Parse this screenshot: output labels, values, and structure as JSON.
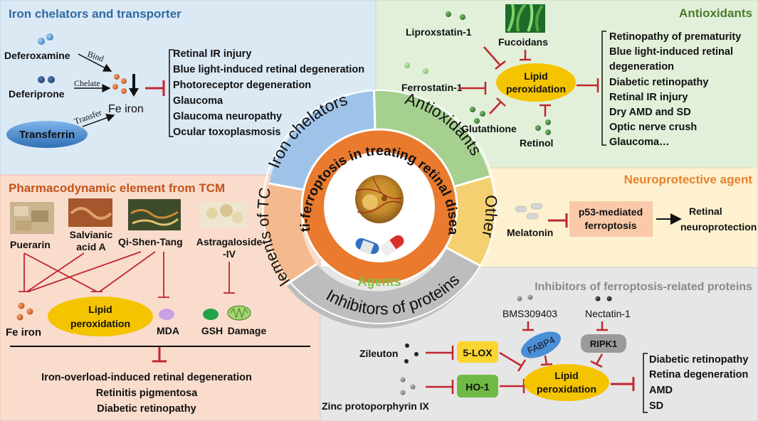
{
  "center": {
    "title": "Anti-ferroptosis in treating retinal disease",
    "agents_label": "Agents"
  },
  "ring": {
    "iron_chelators": "Iron chelators",
    "antioxidants": "Antioxidants",
    "other": "Other",
    "inhibitors_of_proteins": "Inhibitors of proteins",
    "elements_of_tcm": "Elements of TCM"
  },
  "panel_iron": {
    "title": "Iron chelators and transporter",
    "deferoxamine": "Deferoxamine",
    "deferiprone": "Deferiprone",
    "transferrin": "Transferrin",
    "bind": "Bind",
    "chelate": "Chelate",
    "transfer": "Transfer",
    "fe_iron": "Fe iron",
    "diseases": [
      "Retinal IR injury",
      "Blue light-induced retinal degeneration",
      "Photoreceptor degeneration",
      "Glaucoma",
      "Glaucoma neuropathy",
      "Ocular toxoplasmosis"
    ]
  },
  "panel_antiox": {
    "title": "Antioxidants",
    "liproxstatin": "Liproxstatin-1",
    "fucoidans": "Fucoidans",
    "ferrostatin": "Ferrostatin-1",
    "glutathione": "Glutathione",
    "retinol": "Retinol",
    "lipid_line1": "Lipid",
    "lipid_line2": "peroxidation",
    "diseases": [
      "Retinopathy of prematurity",
      "Blue light-induced retinal",
      "degeneration",
      "Diabetic retinopathy",
      "Retinal IR injury",
      "Dry AMD and SD",
      "Optic nerve crush",
      "Glaucoma…"
    ]
  },
  "panel_neuro": {
    "title": "Neuroprotective agent",
    "melatonin": "Melatonin",
    "p53_line1": "p53-mediated",
    "p53_line2": "ferroptosis",
    "out_line1": "Retinal",
    "out_line2": "neuroprotection"
  },
  "panel_proteins": {
    "title": "Inhibitors of ferroptosis-related proteins",
    "bms": "BMS309403",
    "nectatin": "Nectatin-1",
    "fabp4": "FABP4",
    "ripk1": "RIPK1",
    "zileuton": "Zileuton",
    "lox": "5-LOX",
    "ho1": "HO-1",
    "znpp": "Zinc protoporphyrin IX",
    "lipid_line1": "Lipid",
    "lipid_line2": "peroxidation",
    "diseases": [
      "Diabetic retinopathy",
      "Retina degeneration",
      "AMD",
      "SD"
    ]
  },
  "panel_tcm": {
    "title": "Pharmacodynamic element from TCM",
    "puerarin": "Puerarin",
    "salvianic_line1": "Salvianic",
    "salvianic_line2": "acid A",
    "qishen": "Qi-Shen-Tang",
    "astra_line1": "Astragaloside",
    "astra_line2": "-IV",
    "fe_iron": "Fe iron",
    "lipid_line1": "Lipid",
    "lipid_line2": "peroxidation",
    "mda": "MDA",
    "gsh": "GSH",
    "damage": "Damage",
    "diseases": [
      "Iron-overload-induced  retinal degeneration",
      "Retinitis pigmentosa",
      "Diabetic retinopathy"
    ]
  },
  "colors": {
    "iron_bg": "#dbe9f5",
    "antiox_bg": "#e2f0da",
    "neuro_bg": "#fdf1d0",
    "tcm_bg": "#f9dccc",
    "protein_bg": "#e6e6e6",
    "inhibit_red": "#c0262d",
    "lipid_yellow": "#f5c400",
    "orange_ring": "#e97a2e",
    "green_title": "#4a7b2c",
    "blue_title": "#2f6aa3",
    "orange_title": "#e7812f"
  }
}
